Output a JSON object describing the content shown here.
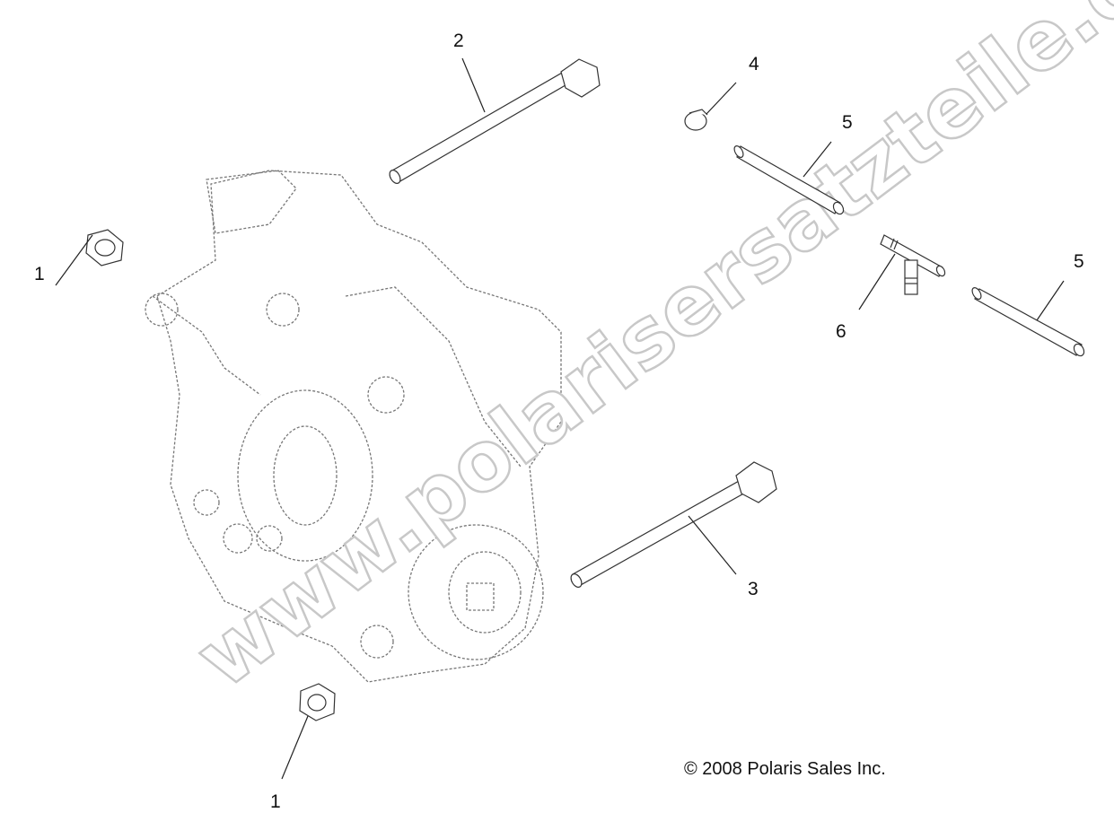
{
  "callouts": [
    {
      "id": "nut-left",
      "label": "1"
    },
    {
      "id": "bolt-top",
      "label": "2"
    },
    {
      "id": "bolt-bottom",
      "label": "3"
    },
    {
      "id": "clamp",
      "label": "4"
    },
    {
      "id": "hose-upper",
      "label": "5"
    },
    {
      "id": "hose-right",
      "label": "5"
    },
    {
      "id": "tee-fitting",
      "label": "6"
    },
    {
      "id": "nut-bottom",
      "label": "1"
    }
  ],
  "copyright": "© 2008 Polaris Sales Inc.",
  "watermark": "www.polarisersatzteile.de",
  "colors": {
    "line": "#333333",
    "watermark": "#c8c8c8",
    "background": "#ffffff"
  }
}
